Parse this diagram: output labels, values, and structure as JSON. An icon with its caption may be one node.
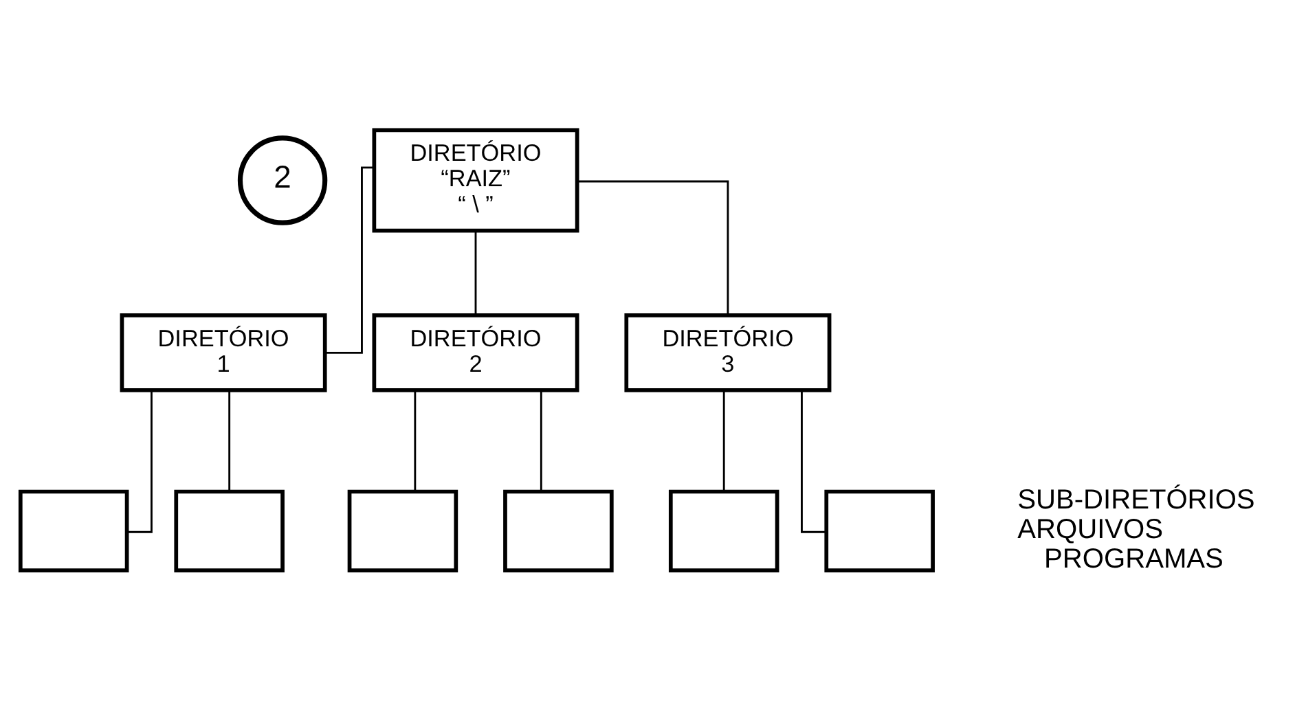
{
  "diagram": {
    "nodes": [
      {
        "text": [
          "2"
        ]
      },
      {
        "text": [
          "DIRETÓRIO “RAIZ” “ \\ ”"
        ]
      },
      {
        "text": [
          "DIRETÓRIO 1"
        ]
      },
      {
        "text": [
          "DIRETÓRIO 2"
        ]
      },
      {
        "text": [
          "DIRETÓRIO 3"
        ]
      },
      {
        "text": [],
        "shape": "box"
      },
      {
        "text": [],
        "shape": "box"
      },
      {
        "text": [],
        "shape": "box"
      },
      {
        "text": [],
        "shape": "box"
      },
      {
        "text": [],
        "shape": "box"
      },
      {
        "text": [],
        "shape": "box"
      }
    ],
    "edges": [
      {
        "from": 1,
        "to": 2,
        "arrow": "none"
      },
      {
        "from": 1,
        "to": 3,
        "arrow": "none"
      },
      {
        "from": 1,
        "to": 4,
        "arrow": "none"
      },
      {
        "from": 2,
        "to": 5,
        "arrow": "none"
      },
      {
        "from": 2,
        "to": 6,
        "arrow": "none"
      },
      {
        "from": 3,
        "to": 7,
        "arrow": "none"
      },
      {
        "from": 3,
        "to": 8,
        "arrow": "none"
      },
      {
        "from": 4,
        "to": 9,
        "arrow": "none"
      },
      {
        "from": 4,
        "to": 10,
        "arrow": "none"
      }
    ],
    "labels": [
      "SUB-DIRETÓRIOS",
      "ARQUIVOS",
      "PROGRAMAS"
    ]
  }
}
